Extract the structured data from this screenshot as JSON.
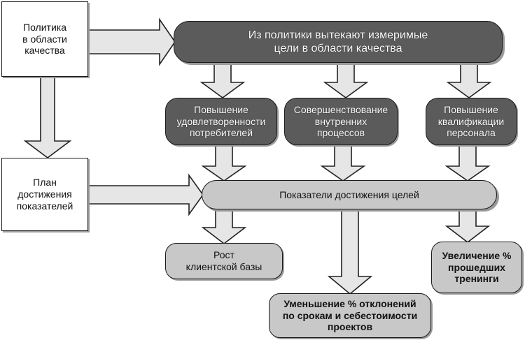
{
  "policy": {
    "label": "Политика\nв области\nкачества"
  },
  "plan": {
    "label": "План\nдостижения\nпоказателей"
  },
  "goals_bar": {
    "label": "Из политики вытекают измеримые\nцели в области качества"
  },
  "goals": [
    {
      "label": "Повышение\nудовлетворенности\nпотребителей"
    },
    {
      "label": "Совершенствование\nвнутренних\nпроцессов"
    },
    {
      "label": "Повышение\nквалификации\nперсонала"
    }
  ],
  "indicators_bar": {
    "label": "Показатели достижения целей"
  },
  "results": [
    {
      "label": "Рост\nклиентской базы"
    },
    {
      "label": "Уменьшение % отклонений\nпо срокам и себестоимости\nпроектов"
    },
    {
      "label": "Увеличение %\nпрошедших\nтренинги"
    }
  ],
  "colors": {
    "dark_fill": "#5b5b5b",
    "light_fill": "#c8c8c8",
    "arrow_fill": "#e6e6e6",
    "outline": "#1a1a1a"
  }
}
